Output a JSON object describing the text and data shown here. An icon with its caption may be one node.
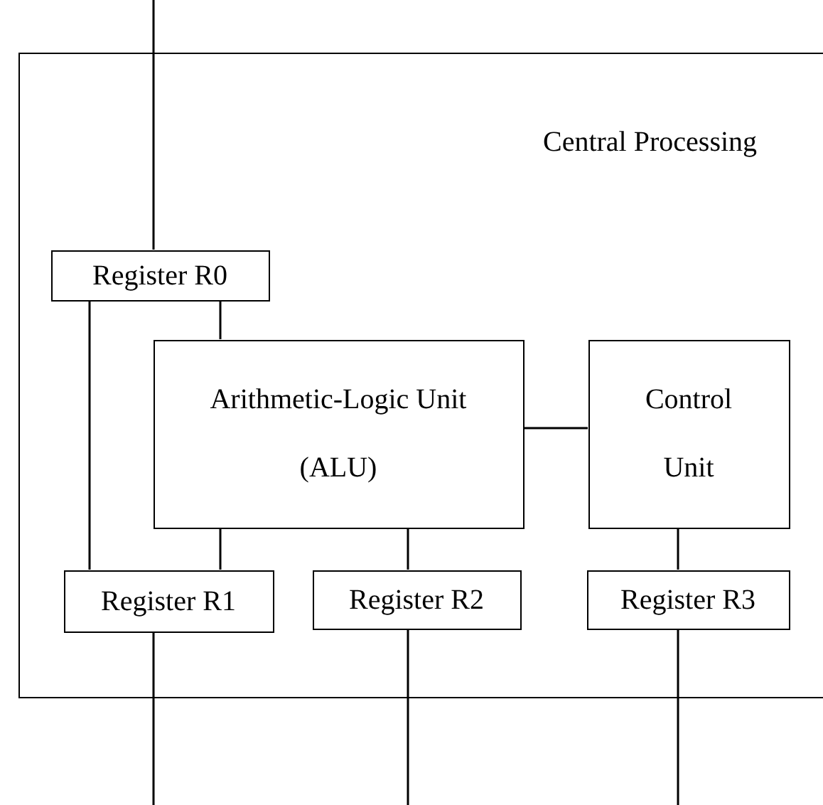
{
  "diagram": {
    "nodes": [
      {
        "text": [
          "Central Processing"
        ]
      },
      {
        "text": [
          "Register R0"
        ],
        "in": 0
      },
      {
        "text": [
          "Arithmetic-Logic Unit (ALU)"
        ],
        "in": 0
      },
      {
        "text": [
          "Control Unit"
        ],
        "in": 0
      },
      {
        "text": [
          "Register R1"
        ],
        "in": 0
      },
      {
        "text": [
          "Register R2"
        ],
        "in": 0
      },
      {
        "text": [
          "Register R3"
        ],
        "in": 0
      }
    ],
    "edges": [
      {
        "from": null,
        "to": 1,
        "arrow": "none"
      },
      {
        "from": 1,
        "to": 4,
        "arrow": "none"
      },
      {
        "from": 1,
        "to": 2,
        "arrow": "none"
      },
      {
        "from": 2,
        "to": 3,
        "arrow": "none"
      },
      {
        "from": 2,
        "to": 4,
        "arrow": "none"
      },
      {
        "from": 2,
        "to": 5,
        "arrow": "none"
      },
      {
        "from": 3,
        "to": 6,
        "arrow": "none"
      },
      {
        "from": 4,
        "to": null,
        "arrow": "none"
      },
      {
        "from": 5,
        "to": null,
        "arrow": "none"
      },
      {
        "from": 6,
        "to": null,
        "arrow": "none"
      }
    ]
  }
}
